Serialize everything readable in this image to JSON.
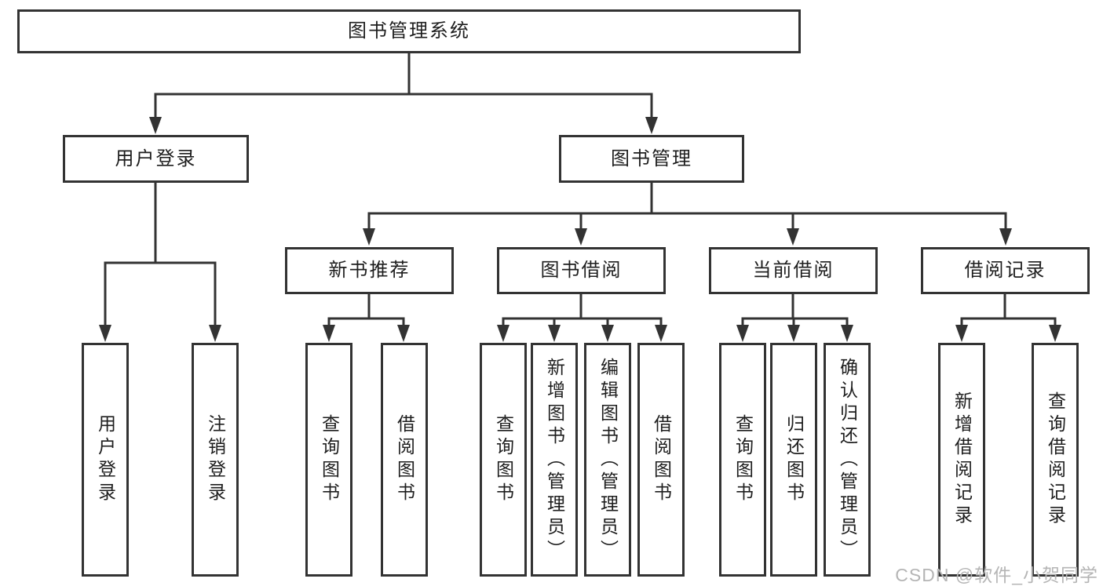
{
  "colors": {
    "background": "#ffffff",
    "line": "#333333",
    "box_border": "#333333",
    "text": "#1e1e1e",
    "watermark": "#b5b5b5"
  },
  "diagram": {
    "title_node": {
      "label": "图书管理系统"
    },
    "level2": [
      {
        "label": "用户登录",
        "parent": "图书管理系统"
      },
      {
        "label": "图书管理",
        "parent": "图书管理系统"
      }
    ],
    "level3": [
      {
        "label": "新书推荐",
        "parent": "图书管理"
      },
      {
        "label": "图书借阅",
        "parent": "图书管理"
      },
      {
        "label": "当前借阅",
        "parent": "图书管理"
      },
      {
        "label": "借阅记录",
        "parent": "图书管理"
      }
    ],
    "leaves": [
      {
        "label": "用户登录",
        "parent": "用户登录"
      },
      {
        "label": "注销登录",
        "parent": "用户登录"
      },
      {
        "label": "查询图书",
        "parent": "新书推荐"
      },
      {
        "label": "借阅图书",
        "parent": "新书推荐"
      },
      {
        "label": "查询图书",
        "parent": "图书借阅"
      },
      {
        "label": "新增图书（管理员）",
        "parent": "图书借阅"
      },
      {
        "label": "编辑图书（管理员）",
        "parent": "图书借阅"
      },
      {
        "label": "借阅图书",
        "parent": "图书借阅"
      },
      {
        "label": "查询图书",
        "parent": "当前借阅"
      },
      {
        "label": "归还图书",
        "parent": "当前借阅"
      },
      {
        "label": "确认归还（管理员）",
        "parent": "当前借阅"
      },
      {
        "label": "新增借阅记录",
        "parent": "借阅记录"
      },
      {
        "label": "查询借阅记录",
        "parent": "借阅记录"
      }
    ]
  },
  "watermark": {
    "text": "CSDN @软件_小贺同学"
  }
}
